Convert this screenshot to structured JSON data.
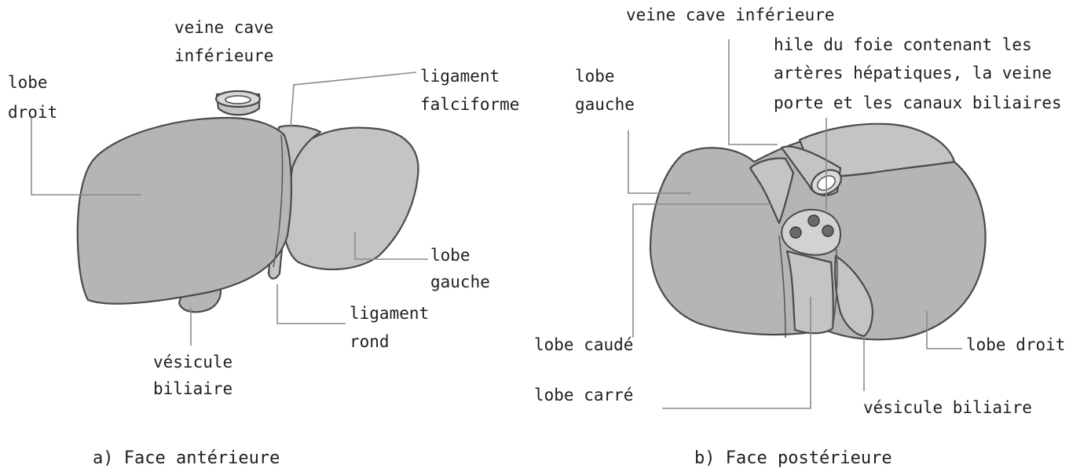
{
  "figure_a": {
    "labels": {
      "lobe_droit": [
        "lobe",
        "droit"
      ],
      "veine_cave": [
        "veine cave",
        "inférieure"
      ],
      "ligament_falciforme": [
        "ligament",
        "falciforme"
      ],
      "lobe_gauche": [
        "lobe",
        "gauche"
      ],
      "ligament_rond": [
        "ligament",
        "rond"
      ],
      "vesicule": [
        "vésicule",
        "biliaire"
      ]
    },
    "caption": "a) Face antérieure"
  },
  "figure_b": {
    "labels": {
      "veine_cave": "veine cave inférieure",
      "hile": [
        "hile du foie contenant les",
        "artères hépatiques, la veine",
        "porte et les canaux biliaires"
      ],
      "lobe_gauche": [
        "lobe",
        "gauche"
      ],
      "lobe_caude": "lobe caudé",
      "lobe_carre": "lobe carré",
      "lobe_droit": "lobe droit",
      "vesicule": "vésicule biliaire"
    },
    "caption": "b) Face postérieure"
  }
}
